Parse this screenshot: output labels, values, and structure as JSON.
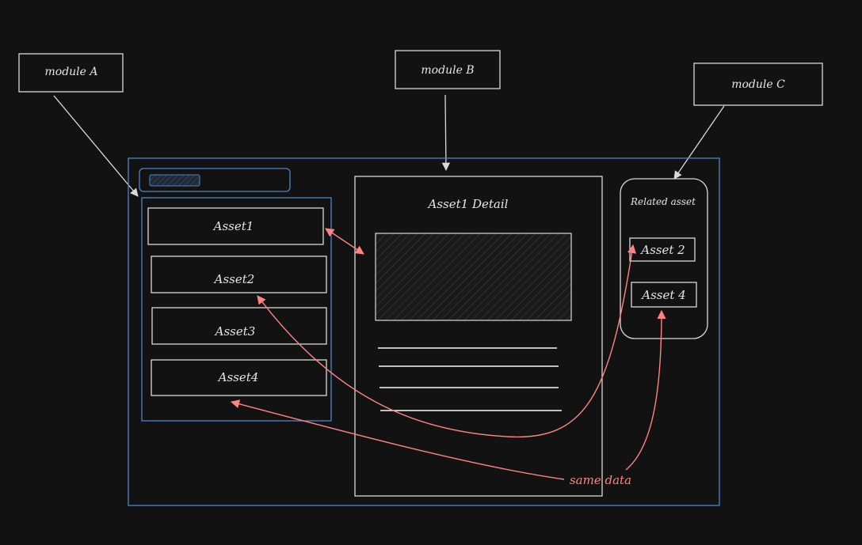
{
  "modules": {
    "a": {
      "label": "module A"
    },
    "b": {
      "label": "module B"
    },
    "c": {
      "label": "module C"
    }
  },
  "list_panel": {
    "items": [
      {
        "label": "Asset1"
      },
      {
        "label": "Asset2"
      },
      {
        "label": "Asset3"
      },
      {
        "label": "Asset4"
      }
    ]
  },
  "detail_panel": {
    "title": "Asset1 Detail"
  },
  "related_panel": {
    "title": "Related asset",
    "items": [
      {
        "label": "Asset 2"
      },
      {
        "label": "Asset 4"
      }
    ]
  },
  "annotation": {
    "text": "same data"
  },
  "colors": {
    "background": "#121212",
    "stroke_white": "#d9d9d9",
    "stroke_blue": "#4a86c8",
    "stroke_red": "#ff8383"
  }
}
